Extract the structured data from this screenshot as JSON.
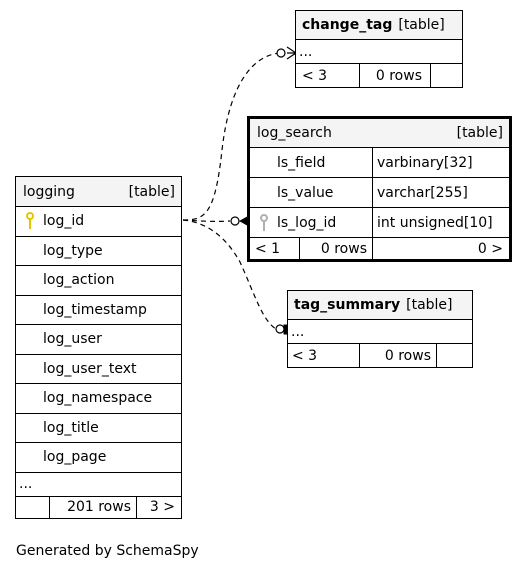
{
  "tables": {
    "logging": {
      "name": "logging",
      "kind": "[table]",
      "columns": [
        "log_id",
        "log_type",
        "log_action",
        "log_timestamp",
        "log_user",
        "log_user_text",
        "log_namespace",
        "log_title",
        "log_page"
      ],
      "ellipsis": "...",
      "footer": {
        "left": "",
        "middle": "201 rows",
        "right": "3 >"
      },
      "key_color": "#e2c600"
    },
    "change_tag": {
      "name": "change_tag",
      "kind": "[table]",
      "ellipsis": "...",
      "footer": {
        "left": "< 3",
        "middle": "0 rows",
        "right": ""
      }
    },
    "log_search": {
      "name": "log_search",
      "kind": "[table]",
      "columns": [
        {
          "name": "ls_field",
          "type": "varbinary[32]"
        },
        {
          "name": "ls_value",
          "type": "varchar[255]"
        },
        {
          "name": "ls_log_id",
          "type": "int unsigned[10]"
        }
      ],
      "footer": {
        "left": "< 1",
        "middle": "0 rows",
        "right": "0 >"
      },
      "key_color": "#b0b0b0"
    },
    "tag_summary": {
      "name": "tag_summary",
      "kind": "[table]",
      "ellipsis": "...",
      "footer": {
        "left": "< 3",
        "middle": "0 rows",
        "right": ""
      }
    }
  },
  "footer_text": "Generated by SchemaSpy",
  "colors": {
    "header_bg": "#f4f4f4",
    "line": "#000000"
  }
}
